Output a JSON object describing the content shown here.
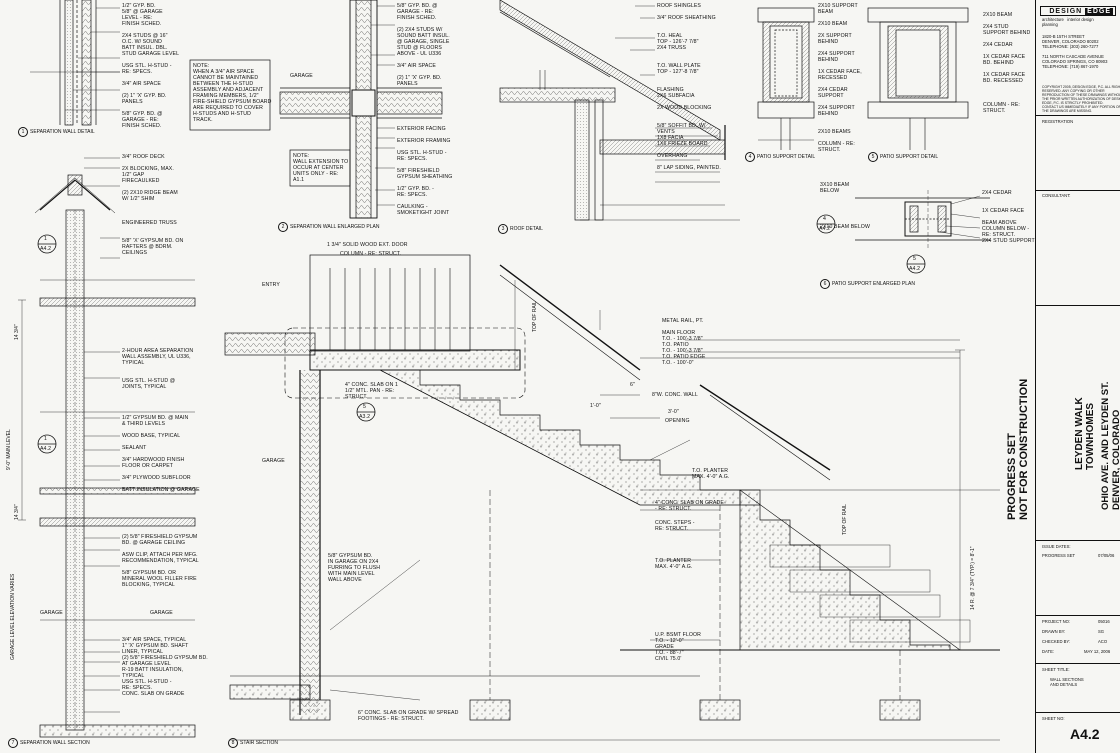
{
  "details": {
    "d1": {
      "num": "1",
      "title": "SEPARATION WALL DETAIL"
    },
    "d2": {
      "num": "2",
      "title": "SEPARATION WALL ENLARGED PLAN"
    },
    "d3": {
      "num": "3",
      "title": "ROOF DETAIL"
    },
    "d4": {
      "num": "4",
      "title": "PATIO SUPPORT DETAIL"
    },
    "d5": {
      "num": "5",
      "title": "PATIO SUPPORT DETAIL"
    },
    "d6": {
      "num": "6",
      "title": "PATIO SUPPORT ENLARGED PLAN"
    },
    "d7": {
      "num": "7",
      "title": "SEPARATION WALL SECTION"
    },
    "d8": {
      "num": "8",
      "title": "STAIR SECTION"
    }
  },
  "notes": {
    "d1_top": "1/2\" GYP. BD.\n5/8\" @ GARAGE\nLEVEL - RE:\nFINISH SCHED.\n\n2x4 STUDS @ 16\"\nO.C. W/ SOUND\nBATT INSUL. DBL.\nSTUD GARAGE LEVEL\n\nUSG STL. H-STUD -\nRE: SPECS.\n\n3/4\" AIR SPACE\n\n(2) 1\" 'X' GYP. BD.\nPANELS\n\n5/8\" GYP. BD. @\nGARAGE - RE:\nFINISH SCHED.",
    "d1_note": "NOTE:\nWHEN A 3/4\" AIR SPACE\nCANNOT BE MAINTAINED\nBETWEEN THE H-STUD\nASSEMBLY AND ADJACENT\nFRAMING MEMBERS, 1/2\"\nFIRE-SHIELD GYPSUM BOARD\nARE REQUIRED TO COVER\nH-STUDS AND H-STUD\nTRACK.",
    "d2_top": "5/8\" GYP. BD. @\nGARAGE - RE:\nFINISH SCHED.\n\n(2) 2x4 STUDS W/\nSOUND BATT INSUL.\n@ GARAGE, SINGLE\nSTUD @ FLOORS\nABOVE - UL U336\n\n3/4\" AIR SPACE\n\n(2) 1\" 'X' GYP. BD.\nPANELS",
    "d2_right": "EXTERIOR FACING\n\nEXTERIOR FRAMING\n\nUSG STL. H-STUD -\nRE: SPECS.\n\n5/8\" FIRESHIELD\nGYPSUM SHEATHING\n\n1/2\" GYP. BD. -\nRE: SPECS.\n\nCAULKING -\nSMOKETIGHT JOINT",
    "d2_note": "NOTE:\nWALL EXTENSION TO\nOCCUR AT CENTER\nUNITS ONLY - RE:\nA1.1",
    "garage": "GARAGE",
    "d3": "ROOF SHINGLES\n\n3/4\" ROOF SHEATHING\n\n\nT.O. HEAL\nTOP - 126'-7 7/8\"\n2x4 TRUSS\n\n\nT.O. WALL PLATE\nTOP - 127'-8 7/8\"\n\n\nFLASHING\n2x6 SUBFACIA\n\n2x WOOD BLOCKING\n\n\n5/8\" SOFFIT BD. W/\nVENTS\n1x8 FACIA\n1x6 FRIEZE BOARD\n\nOVERHANG\n\n8\" LAP SIDING, PAINTED.",
    "d4": "2x10 SUPPORT\nBEAM\n\n2x10 BEAM\n\n2X SUPPORT\nBEHIND\n\n2X4 SUPPORT\nBEHIND\n\n1x CEDAR FACE,\nRECESSED\n\n2x4 CEDAR\nSUPPORT\n\n2x4 SUPPORT\nBEHIND\n\n\n2x10 BEAMS\n\nCOLUMN - RE:\nSTRUCT.",
    "d5": "2x10 BEAM\n\n2x4 STUD\nSUPPORT BEHIND\n\n2x4 CEDAR\n\n1x CEDAR FACE\nBD. BEHIND\n\n1x CEDAR FACE\nBD. RECESSED\n\n\n\nCOLUMN - RE:\nSTRUCT.",
    "d6": "3x10 BEAM\nBELOW\n\n\n\n\n\n2x10 BEAM BELOW",
    "d6_r": "2X4 CEDAR\n\n\n1x CEDAR FACE\n\nBEAM ABOVE\nCOLUMN BELOW -\nRE: STRUCT.\n2x4 STUD SUPPORT",
    "d7_top": "3/4\" ROOF DECK\n\n2x BLOCKING, MAX.\n1/2\" GAP\nFIRECAULKED\n\n(2) 2x10 RIDGE BEAM\nW/ 1/2\" SHIM\n\n\n\nENGINEERED TRUSS\n\n\n5/8\" 'X' GYPSUM BD. ON\nRAFTERS @ BDRM.\nCEILINGS",
    "d7_mid": "2-HOUR AREA SEPARATION\nWALL ASSEMBLY, UL U336,\nTYPICAL\n\n\nUSG STL. H-STUD @\nJOINTS, TYPICAL",
    "d7_low": "1/2\" GYPSUM BD. @ MAIN\n& THIRD LEVELS\n\nWOOD BASE, TYPICAL\n\nSEALANT\n\n3/4\" HARDWOOD FINISH\nFLOOR OR CARPET\n\n3/4\" PLYWOOD SUBFLOOR\n\nBATT INSULATION @ GARAGE",
    "d7_bot": "(2) 5/8\" FIRESHIELD GYPSUM\nBD. @ GARAGE CEILING\n\nASW CLIP, ATTACH PER MFG.\nRECOMMENDATION, TYPICAL\n\n5/8\" GYPSUM BD. OR\nMINERAL WOOL FILLER FIRE\nBLOCKING, TYPICAL",
    "d7_base": "3/4\" AIR SPACE, TYPICAL\n1\" 'X' GYPSUM BD. SHAFT\nLINER, TYPICAL\n(2) 5/8\" FIRESHIELD GYPSUM BD.\nAT GARAGE LEVEL\nR-19 BATT INSULATION,\nTYPICAL\nUSG STL. H-STUD -\nRE: SPECS.\nCONC. SLAB ON GRADE",
    "entry": "ENTRY",
    "stair_door": "1 3/4\" SOLID WOOD EXT. DOOR",
    "stair_col": "COLUMN - RE: STRUCT.",
    "stair_rail": "METAL RAIL, PT.",
    "stair_levels": "MAIN FLOOR\nT.O. - 100'-3 7/8\"\nT.O. PATIO\nT.O. - 100'-3 7/8\"\nT.O. PATIO EDGE\nT.O. - 100'-0\"",
    "stair_conc": "8\"W. CONC. WALL",
    "stair_slab": "4\" CONC. SLAB ON 1\n1/2\" MTL. PAN - RE:\nSTRUCT.",
    "stair_opening": "OPENING",
    "stair_planter1": "T.O. PLANTER\nMAX. 4'-0\" A.G.",
    "stair_slabgrade": "4\" CONC. SLAB ON GRADE\n- RE: STRUCT.",
    "stair_steps": "CONC. STEPS -\nRE: STRUCT.",
    "stair_planter2": "T.O. PLANTER\nMAX. 4'-0\" A.G.",
    "stair_gyp": "5/8\" GYPSUM BD.\nIN GARAGE ON 2x4\nFURRING TO FLUSH\nWITH MAIN LEVEL\nWALL ABOVE",
    "stair_footing": "6\" CONC. SLAB ON GRADE W/ SPREAD\nFOOTINGS - RE: STRUCT.",
    "stair_grade": "U.P. BSMT FLOOR\nT.O. - 12'-0\"\nGRADE\nT.O. - 88'-7\"\nCIVIL 75.0'",
    "stair_riser": "14 R. @ 7 3/4\" (TYP.)\n= 8'-1\"",
    "top_rail": "TOP OF RAIL",
    "dim_1_0": "1'-0\"",
    "dim_3_0": "3'-0\"",
    "dim_6": "6\""
  },
  "levels": {
    "main": "9'-0\" MAIN LEVEL",
    "garage": "GARAGE LEVEL\nELEVATION VARIES",
    "dim1": "14 3/4\"",
    "dim2": "14 3/4\""
  },
  "titleblock": {
    "firm_a": "DESIGN",
    "firm_b": "EDGE",
    "firm_sub": "architecture   interior design\nplanning",
    "addr": "1820-B 15TH STREET\nDENVER, COLORADO 80202\nTELEPHONE: (303) 260-7277\n\n711 NORTH CASCADE AVENUE\nCOLORADO SPRINGS, CO 80903\nTELEPHONE: (719) 867-1970",
    "copyright": "COPYRIGHT 2005, DESIGN EDGE, P.C. ALL RIGHTS\nRESERVED. ANY COPYING OR OTHER\nREPRODUCTION OF THESE DRAWINGS WITHOUT\nTHE PRIOR WRITTEN AUTHORIZATION OF DESIGN\nEDGE, P.C. IS STRICTLY PROHIBITED.\nCONTACT US IMMEDIATELY IF ANY PORTION OF\nTHE DRAWINGS ARE MISSING.",
    "registration": "REGISTRATION",
    "consultant": "CONSULTANT:",
    "project": "LEYDEN WALK\nTOWNHOMES",
    "location": "OHIO AVE. AND LEYDEN ST.\nDENVER, COLORADO",
    "progress": "PROGRESS SET\nNOT FOR CONSTRUCTION",
    "issue_label": "ISSUE DATES:",
    "issue_row": "PROGRESS SET",
    "issue_date": "07/05/06",
    "project_no_label": "PROJECT NO:",
    "project_no": "05016",
    "drawn_label": "DRAWN BY:",
    "drawn": "SG",
    "checked_label": "CHECKED BY:",
    "checked": "ACO",
    "date_label": "DATE:",
    "date": "MAY 12, 2006",
    "sheet_title_label": "SHEET TITLE:",
    "sheet_title": "WALL SECTIONS\nAND DETAILS",
    "sheet_no_label": "SHEET NO:",
    "sheet_no": "A4.2"
  },
  "refs": {
    "a": "1",
    "a_sheet": "A4.2",
    "b": "5",
    "b_sheet": "A3.2",
    "c": "4",
    "c_sheet": "A4.2"
  }
}
